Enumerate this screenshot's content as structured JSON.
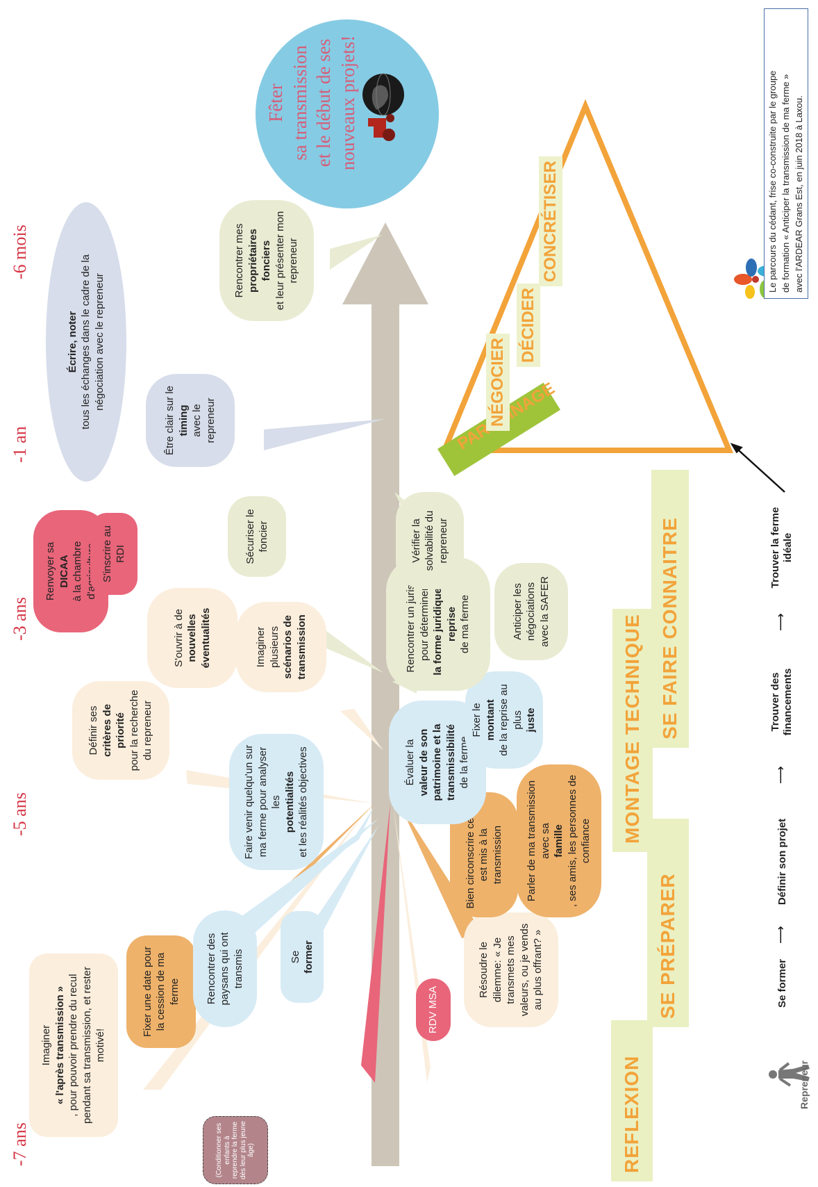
{
  "timeline": {
    "labels": [
      "-7 ans",
      "-5 ans",
      "-3 ans",
      "-1 an",
      "-6 mois"
    ]
  },
  "celebrate": {
    "line1": "Fêter",
    "line2": "sa transmission",
    "line3": "et le début de ses",
    "line4": "nouveaux projets!"
  },
  "notes": {
    "condition": "(Conditionner ses enfants à reprendre la ferme dès leur plus jeune âge)",
    "imaginer_a": "Imaginer",
    "imaginer_b": "« l'après transmission »",
    "imaginer_c": ", pour pouvoir prendre du recul pendant sa transmission, et rester motivé!",
    "fixer_date": "Fixer une date pour la cession de ma ferme",
    "rencontrer_paysans": "Rencontrer des paysans qui ont transmis",
    "se_former_a": "Se",
    "se_former_b": "former",
    "rdv_msa": "RDV MSA",
    "resoudre": "Résoudre le dilemme: « Je transmets mes valeurs, ou je vends au plus offrant? »",
    "faire_venir_a": "Faire venir quelqu'un sur ma ferme pour analyser les",
    "faire_venir_b": "potentialités",
    "faire_venir_c": "et les réalités objectives",
    "bien_circonscrire": "Bien circonscrire ce qui est mis à la transmission",
    "parler_a": "Parler de ma transmission avec sa",
    "parler_b": "famille",
    "parler_c": ", ses amis, les personnes de confiance",
    "definir_a": "Définir ses",
    "definir_b": "critères de priorité",
    "definir_c": "pour la recherche du repreneur",
    "evaluer_a": "Évaluer la",
    "evaluer_b": "valeur de son patrimoine et la transmissibilité",
    "evaluer_c": "de la ferme",
    "fixer_montant_a": "Fixer le",
    "fixer_montant_b": "montant",
    "fixer_montant_c": "de la reprise au plus",
    "fixer_montant_d": "juste",
    "ouvrir_a": "S'ouvrir à de",
    "ouvrir_b": "nouvelles éventualités",
    "imaginer_scen_a": "Imaginer plusieurs",
    "imaginer_scen_b": "scénarios de transmission",
    "renvoyer_a": "Renvoyer sa",
    "renvoyer_b": "DICAA",
    "renvoyer_c": "à la chambre d'agriculture",
    "inscrire": "S'inscrire au RDI",
    "securiser": "Sécuriser le foncier",
    "juriste_a": "Rencontrer un juriste pour déterminer",
    "juriste_b": "la forme juridique de reprise",
    "juriste_c": "de ma ferme",
    "anticiper": "Anticiper les négociations avec la SAFER",
    "verifier": "Vérifier la solvabilité du repreneur",
    "clair_a": "Être clair sur le",
    "clair_b": "timing",
    "clair_c": "avec le repreneur",
    "ecrire_a": "Écrire, noter",
    "ecrire_b": "tous les échanges dans le cadre de la négociation avec le repreneur",
    "proprietaires_a": "Rencontrer mes",
    "proprietaires_b": "propriétaires fonciers",
    "proprietaires_c": "et leur présenter mon repreneur"
  },
  "stairs": [
    "REFLEXION",
    "SE PRÉPARER",
    "MONTAGE TECHNIQUE",
    "SE FAIRE CONNAITRE"
  ],
  "triangle": {
    "parrainage": "PARRAINAGE",
    "words": [
      "NÉGOCIER",
      "DÉCIDER",
      "CONCRÉTISER"
    ]
  },
  "path": {
    "person": "Repreneur",
    "steps": [
      "Se former",
      "Définir son projet",
      "Trouver des financements",
      "Trouver la ferme idéale"
    ]
  },
  "credit": {
    "line1": "Le parcours du cédant, frise co-construite par le groupe",
    "line2": "de formation « Anticiper la transmission de ma ferme »",
    "line3": "avec l'ARDEAR Grans Est, en juin 2018 à Laxou."
  },
  "colors": {
    "red": "#d63545",
    "arrow": "#cdc6b8",
    "blue_circle": "#86cbe4",
    "orange": "#f2a33a",
    "green_parrainage": "#9fc43a",
    "stair_green": "#eaf0c2"
  },
  "icons": [
    "globe-icon",
    "tractor-icon",
    "walking-person-icon",
    "flower-logo-icon"
  ]
}
